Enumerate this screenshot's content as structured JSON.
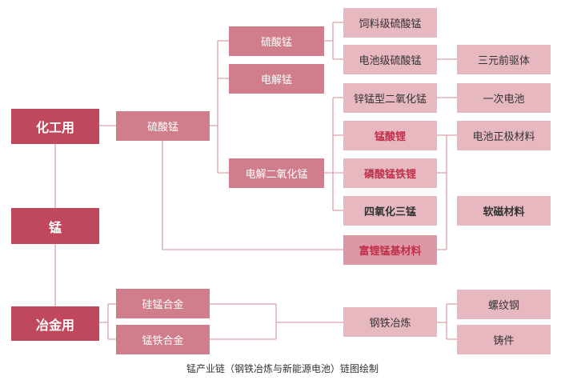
{
  "nodes": {
    "huagong": "化工用",
    "meng": "锰",
    "yejin": "冶金用",
    "liusuanmeng_1": "硫酸锰",
    "liusuanmeng_2": "硫酸锰",
    "dianjiemeng": "电解锰",
    "dianjie_erfanghuameng": "电解二氧化锰",
    "siliao_liusuanmeng": "饲料级硫酸锰",
    "dianchi_liusuanmeng": "电池级硫酸锰",
    "sanyuan_qianquti": "三元前驱体",
    "xinmeng_erfanghuameng": "锌锰型二氧化锰",
    "yici_dianchi": "一次电池",
    "mengsuanli": "锰酸锂",
    "dianchi_zhengji": "电池正极材料",
    "linsuan_mengtieli": "磷酸锰铁锂",
    "siyanghua_sanmeng": "四氧化三锰",
    "ruanci_cailiao": "软磁材料",
    "fulimeng_cailiao": "富锂锰基材料",
    "guimeng_hejin": "硅锰合金",
    "mengtie_hejin": "锰铁合金",
    "gangtie_yelian": "钢铁冶炼",
    "luowengang": "螺纹钢",
    "zhujian": "铸件"
  },
  "caption": "锰产业链（钢铁冶炼与新能源电池）链图绘制",
  "colors": {
    "dark": "#c0485c",
    "mid": "#d07e8b",
    "light": "#e8b8c1",
    "highlight_text": "#c0304a",
    "connector": "#d9a3ad"
  }
}
